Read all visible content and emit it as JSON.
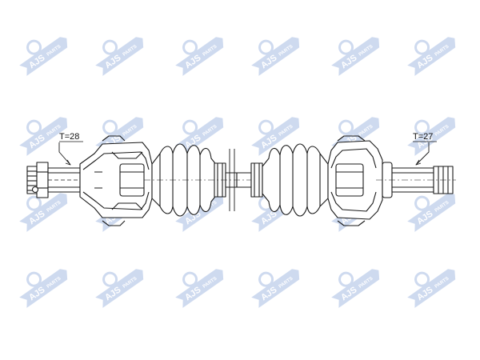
{
  "diagram": {
    "left_label": "T=28",
    "right_label": "T=27",
    "watermark": {
      "brand": "AJS",
      "suffix": "PARTS",
      "color": "#c9d6ee"
    },
    "line_color": "#1a1a1a"
  }
}
